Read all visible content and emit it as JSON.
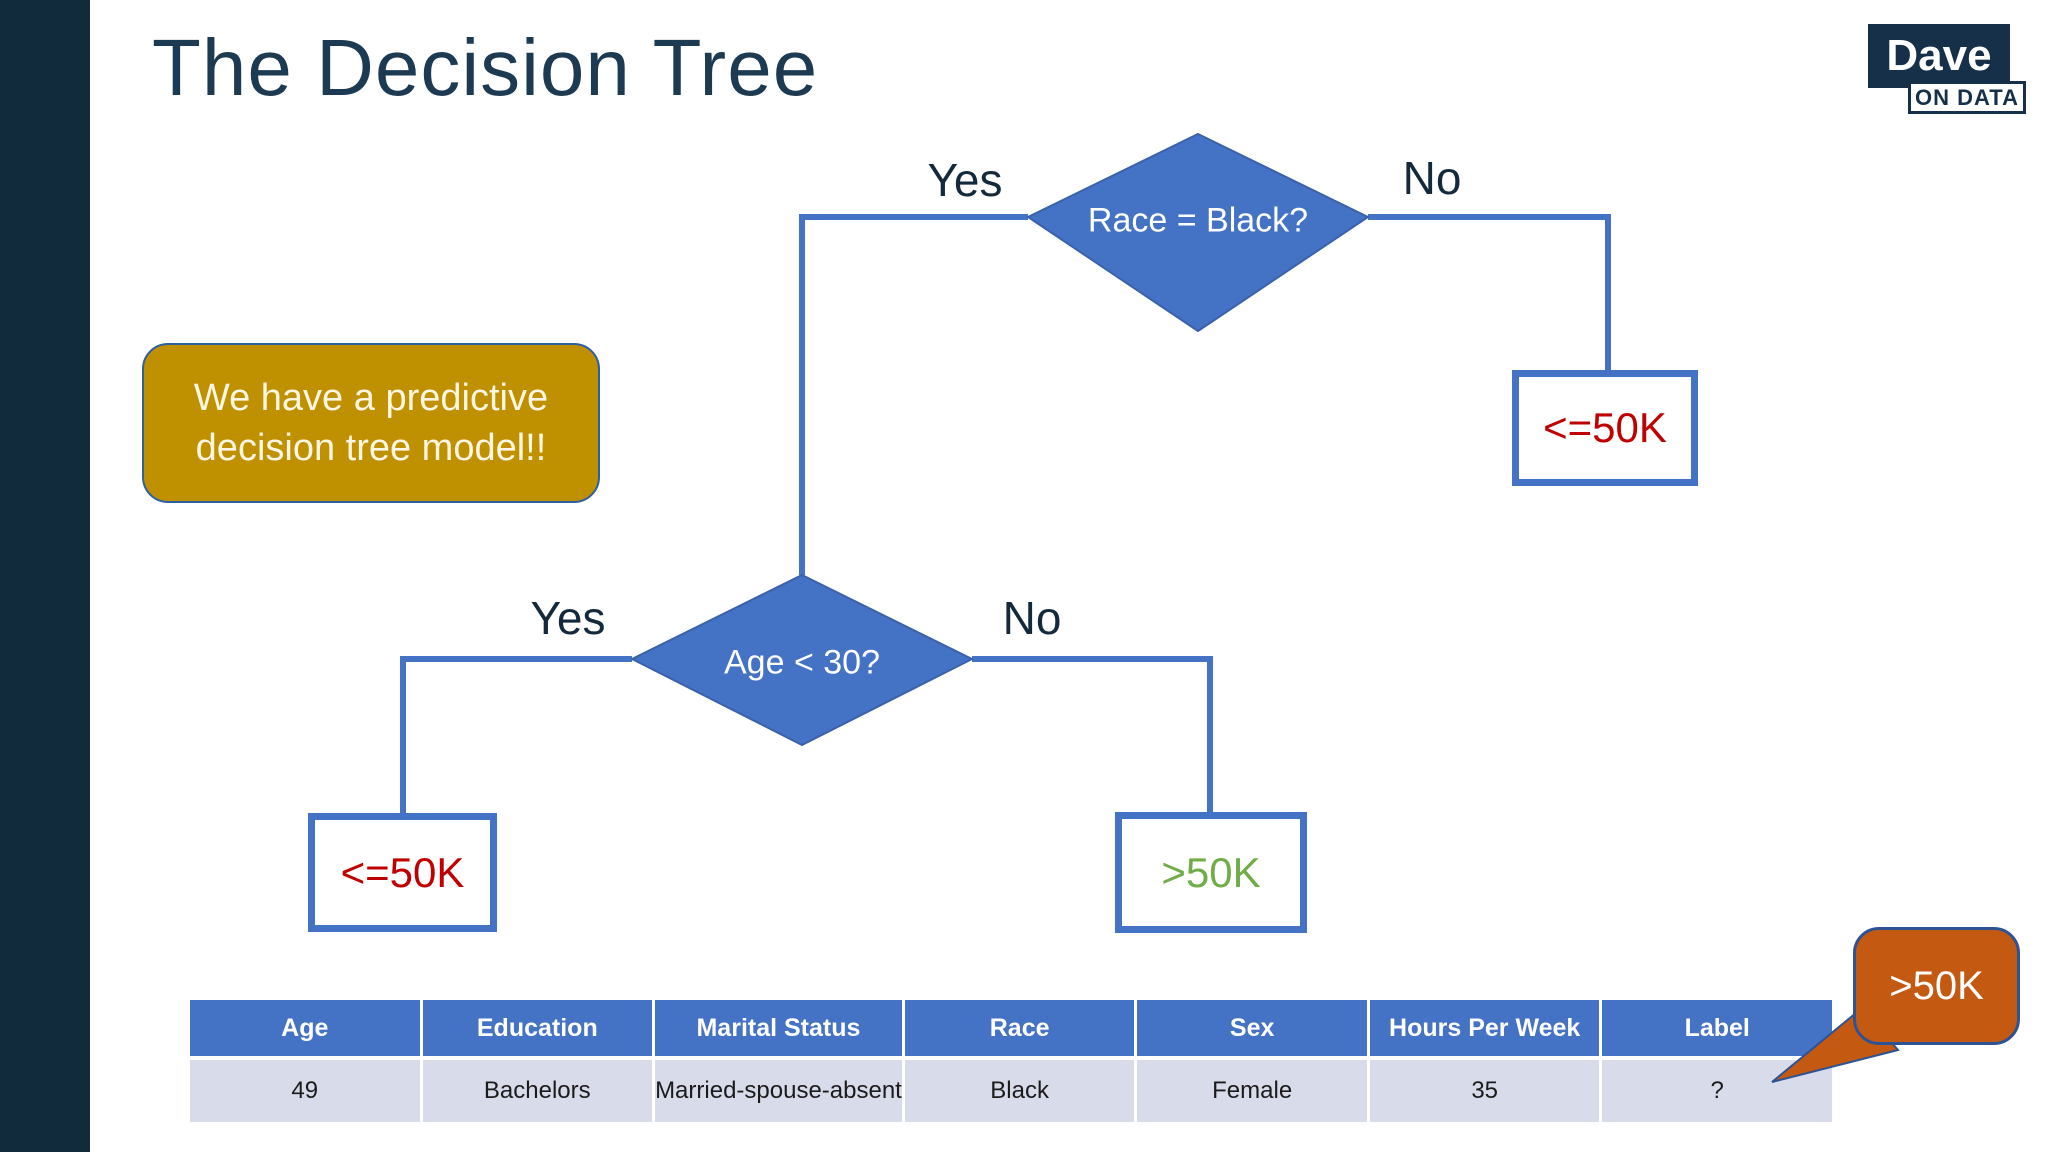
{
  "slide": {
    "title": "The Decision Tree"
  },
  "logo": {
    "primary": "Dave",
    "secondary": "ON DATA"
  },
  "note_callout": {
    "text": "We have a predictive decision tree model!!"
  },
  "tree": {
    "root": {
      "question": "Race = Black?",
      "yes_label": "Yes",
      "no_label": "No"
    },
    "age_node": {
      "question": "Age < 30?",
      "yes_label": "Yes",
      "no_label": "No"
    },
    "leaves": {
      "race_no": "<=50K",
      "age_yes": "<=50K",
      "age_no": ">50K"
    }
  },
  "prediction_callout": {
    "text": ">50K"
  },
  "table": {
    "headers": [
      "Age",
      "Education",
      "Marital Status",
      "Race",
      "Sex",
      "Hours Per Week",
      "Label"
    ],
    "row": [
      "49",
      "Bachelors",
      "Married-spouse-absent",
      "Black",
      "Female",
      "35",
      "?"
    ]
  },
  "colors": {
    "diagram_blue": "#4472C4",
    "table_row_fill": "#D8DBE9",
    "navy_text": "#14293C",
    "sidebar_navy": "#112A3C",
    "note_gold": "#BF9000",
    "prediction_orange": "#C45911",
    "leaf_negative_red": "#C00000",
    "leaf_positive_green": "#70AD47"
  }
}
